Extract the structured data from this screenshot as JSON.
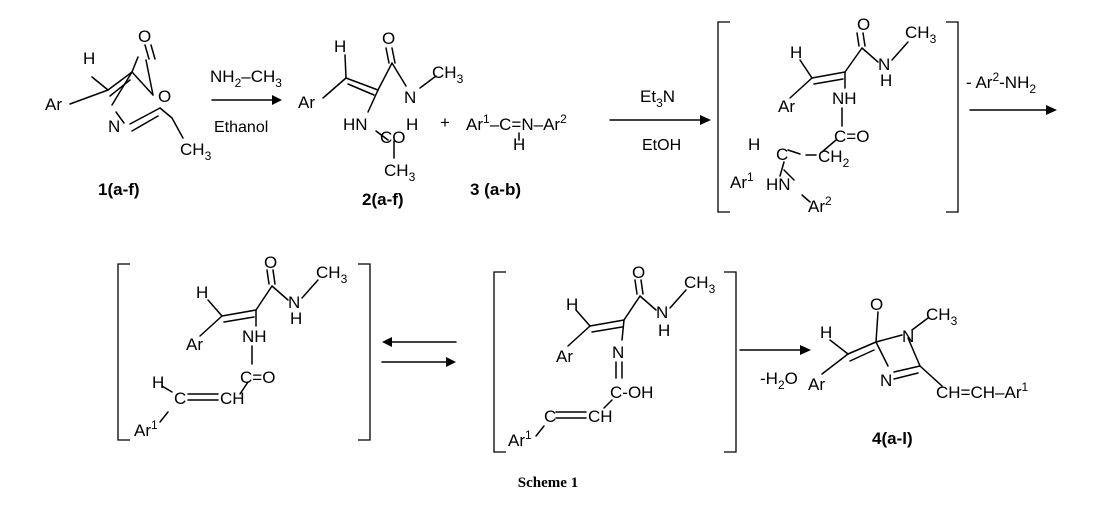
{
  "scheme": {
    "compound_1": {
      "label": "1(a-f)",
      "atoms": {
        "h": "H",
        "o_carbonyl": "O",
        "o_ring": "O",
        "n": "N",
        "ar": "Ar",
        "ch3": "CH3"
      }
    },
    "step1": {
      "reagent": "NH2-CH3",
      "solvent": "Ethanol"
    },
    "compound_2": {
      "label": "2(a-f)",
      "atoms": {
        "h": "H",
        "o": "O",
        "n": "N",
        "ch3_n": "CH3",
        "ar": "Ar",
        "hn": "HN",
        "co": "CO",
        "h_co": "H",
        "ch3_acetyl": "CH3"
      }
    },
    "plus": "+",
    "compound_3": {
      "label": "3 (a-b)",
      "formula_ar1": "Ar1",
      "formula_rest": "C=N-Ar2",
      "h": "H"
    },
    "step2": {
      "reagent": "Et3N",
      "solvent": "EtOH"
    },
    "intermediate_a": {
      "atoms": {
        "h": "H",
        "o": "O",
        "ch3": "CH3",
        "n": "N",
        "h_n": "H",
        "ar": "Ar",
        "nh": "NH",
        "co": "C=O",
        "h_c": "H",
        "c": "C",
        "ch2": "CH2",
        "ar1": "Ar1",
        "hn": "HN",
        "ar2": "Ar2"
      }
    },
    "step3": {
      "byproduct": "- Ar2-NH2"
    },
    "intermediate_b": {
      "atoms": {
        "h": "H",
        "o": "O",
        "ch3": "CH3",
        "n": "N",
        "h_n": "H",
        "ar": "Ar",
        "nh": "NH",
        "co": "C=O",
        "h_c": "H",
        "c": "C",
        "ch": "CH",
        "ar1": "Ar1"
      }
    },
    "intermediate_c": {
      "atoms": {
        "h": "H",
        "o": "O",
        "ch3": "CH3",
        "n_amide": "N",
        "h_n": "H",
        "ar": "Ar",
        "n_imine": "N",
        "coh": "C-OH",
        "c": "C",
        "ch": "CH",
        "ar1": "Ar1"
      }
    },
    "step4": {
      "byproduct": "-H2O"
    },
    "compound_4": {
      "label": "4(a-l)",
      "atoms": {
        "h": "H",
        "o": "O",
        "n1": "N",
        "ch3": "CH3",
        "n3": "N",
        "ar": "Ar",
        "side_chain": "CH=CH-Ar1"
      }
    },
    "caption": "Scheme 1"
  }
}
